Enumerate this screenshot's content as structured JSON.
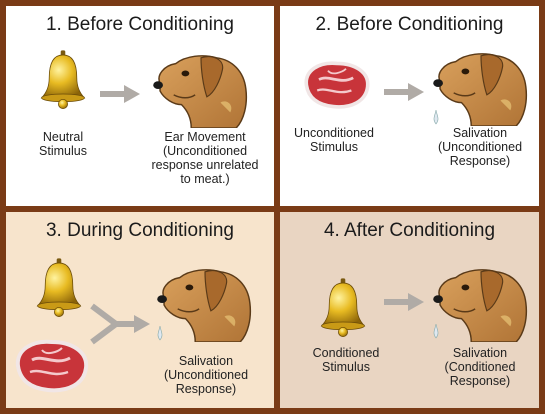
{
  "panels": [
    {
      "title": "1. Before Conditioning",
      "stimulus": "Neutral\nStimulus",
      "response": "Ear Movement\n(Unconditioned\nresponse unrelated\nto meat.)"
    },
    {
      "title": "2. Before Conditioning",
      "stimulus": "Unconditioned\nStimulus",
      "response": "Salivation\n(Unconditioned\nResponse)"
    },
    {
      "title": "3. During Conditioning",
      "response": "Salivation\n(Unconditioned\nResponse)"
    },
    {
      "title": "4. After Conditioning",
      "stimulus": "Conditioned\nStimulus",
      "response": "Salivation\n(Conditioned\nResponse)"
    }
  ],
  "colors": {
    "border": "#7a3b16",
    "bell": "#e0b319",
    "dog": "#c88a4a",
    "meat": "#c8343a",
    "arrow": "#b0aba6"
  },
  "icons": [
    "bell-icon",
    "dog-head-icon",
    "steak-icon",
    "arrow-right-icon",
    "merge-arrow-icon"
  ]
}
